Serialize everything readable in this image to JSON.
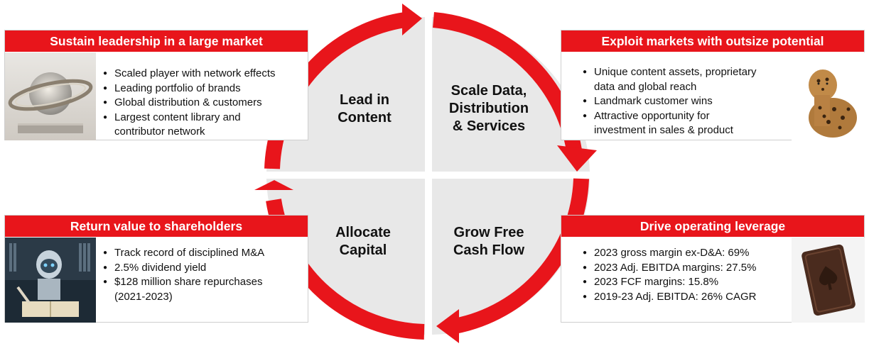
{
  "colors": {
    "accent_red": "#e8151b",
    "quadrant_gray": "#e8e8e8",
    "card_border": "#cfcfcf"
  },
  "quadrants": {
    "top_left": "Lead in Content",
    "top_right": "Scale Data, Distribution & Services",
    "bottom_left": "Allocate Capital",
    "bottom_right": "Grow Free Cash Flow"
  },
  "quadrant_lines": {
    "top_left": [
      "Lead in",
      "Content"
    ],
    "top_right": [
      "Scale Data,",
      "Distribution",
      "& Services"
    ],
    "bottom_left": [
      "Allocate",
      "Capital"
    ],
    "bottom_right": [
      "Grow Free",
      "Cash Flow"
    ]
  },
  "cards": {
    "top_left": {
      "title": "Sustain leadership in a large market",
      "image": "saturn-sculpture-image",
      "bullets": [
        "Scaled player with network effects",
        "Leading portfolio of brands",
        "Global distribution & customers",
        "Largest content library and",
        "contributor network"
      ]
    },
    "top_right": {
      "title": "Exploit markets with outsize potential",
      "image": "leopard-image",
      "bullets": [
        "Unique content assets, proprietary",
        "data and global reach",
        "Landmark customer wins",
        "Attractive opportunity for",
        "investment in sales & product"
      ]
    },
    "bottom_left": {
      "title": "Return value to shareholders",
      "image": "robot-reading-image",
      "bullets": [
        "Track record of disciplined M&A",
        "2.5% dividend yield",
        "$128 million share repurchases",
        "(2021-2023)"
      ]
    },
    "bottom_right": {
      "title": "Drive operating leverage",
      "image": "ace-of-spades-card-image",
      "bullets": [
        "2023 gross margin ex-D&A: 69%",
        "2023 Adj. EBITDA margins: 27.5%",
        "2023 FCF margins: 15.8%",
        "2019-23 Adj. EBITDA: 26% CAGR"
      ]
    }
  }
}
